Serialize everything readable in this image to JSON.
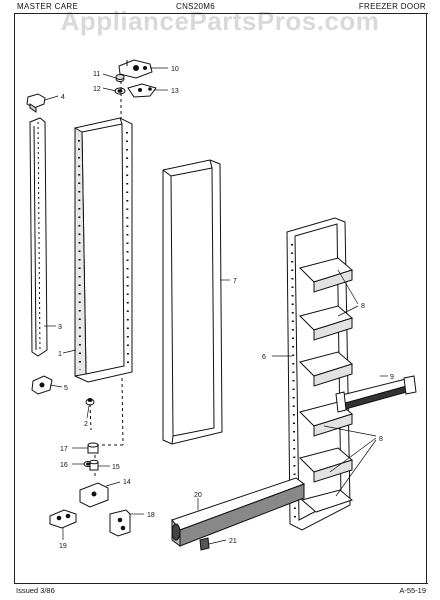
{
  "header": {
    "left": "MASTER CARE",
    "center": "CNS20M6",
    "right": "FREEZER DOOR"
  },
  "watermark": "AppliancePartsPros.com",
  "footer": {
    "left": "Issued 3/86",
    "right": "A-55-19"
  },
  "callouts": {
    "c1": "1",
    "c2": "2",
    "c3": "3",
    "c4": "4",
    "c5": "5",
    "c6": "6",
    "c7": "7",
    "c8a": "8",
    "c8b": "8",
    "c9": "9",
    "c10": "10",
    "c11": "11",
    "c12": "12",
    "c13": "13",
    "c14": "14",
    "c15": "15",
    "c16": "16",
    "c17": "17",
    "c18": "18",
    "c19": "19",
    "c20": "20",
    "c21": "21"
  }
}
